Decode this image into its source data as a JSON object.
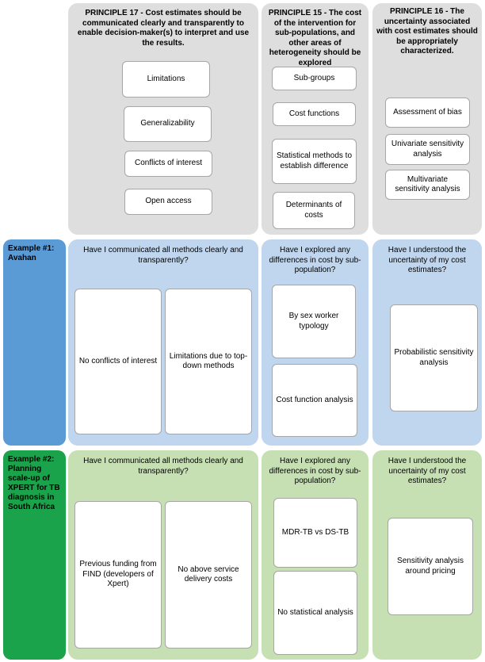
{
  "principles": {
    "p17": "PRINCIPLE 17 - Cost estimates should be communicated clearly and transparently to enable decision-maker(s) to interpret and use the results.",
    "p15": "PRINCIPLE 15 - The cost of the intervention for sub-populations, and other areas of heterogeneity should be explored",
    "p16": "PRINCIPLE 16 - The uncertainty associated with cost estimates should be appropriately characterized."
  },
  "p17_items": [
    "Limitations",
    "Generalizability",
    "Conflicts of interest",
    "Open access"
  ],
  "p15_items": [
    "Sub-groups",
    "Cost functions",
    "Statistical methods to establish difference",
    "Determinants of costs"
  ],
  "p16_items": [
    "Assessment of bias",
    "Univariate sensitivity analysis",
    "Multivariate sensitivity analysis"
  ],
  "example1": {
    "label": "Example #1: Avahan",
    "q17": "Have I communicated all methods clearly and transparently?",
    "q15": "Have I explored any differences in cost by sub-population?",
    "q16": "Have I understood the uncertainty of my cost estimates?",
    "a17": [
      "No conflicts of interest",
      "Limitations due to top-down methods"
    ],
    "a15": [
      "By sex worker typology",
      "Cost function analysis"
    ],
    "a16": [
      "Probabilistic sensitivity analysis"
    ]
  },
  "example2": {
    "label": "Example #2: Planning scale-up of XPERT for TB diagnosis in South Africa",
    "q17": "Have I communicated all methods clearly and transparently?",
    "q15": "Have I explored any differences in cost by sub-population?",
    "q16": "Have I understood the uncertainty of my cost estimates?",
    "a17": [
      "Previous funding from FIND (developers of Xpert)",
      "No above service delivery costs"
    ],
    "a15": [
      "MDR-TB vs DS-TB",
      "No statistical analysis"
    ],
    "a16": [
      "Sensitivity analysis around pricing"
    ]
  },
  "colors": {
    "gray_panel": "#dedede",
    "blue_panel": "#bfd6ee",
    "green_panel": "#c6e0b4",
    "example1_header": "#5b9bd5",
    "example2_header": "#1aa34a"
  }
}
